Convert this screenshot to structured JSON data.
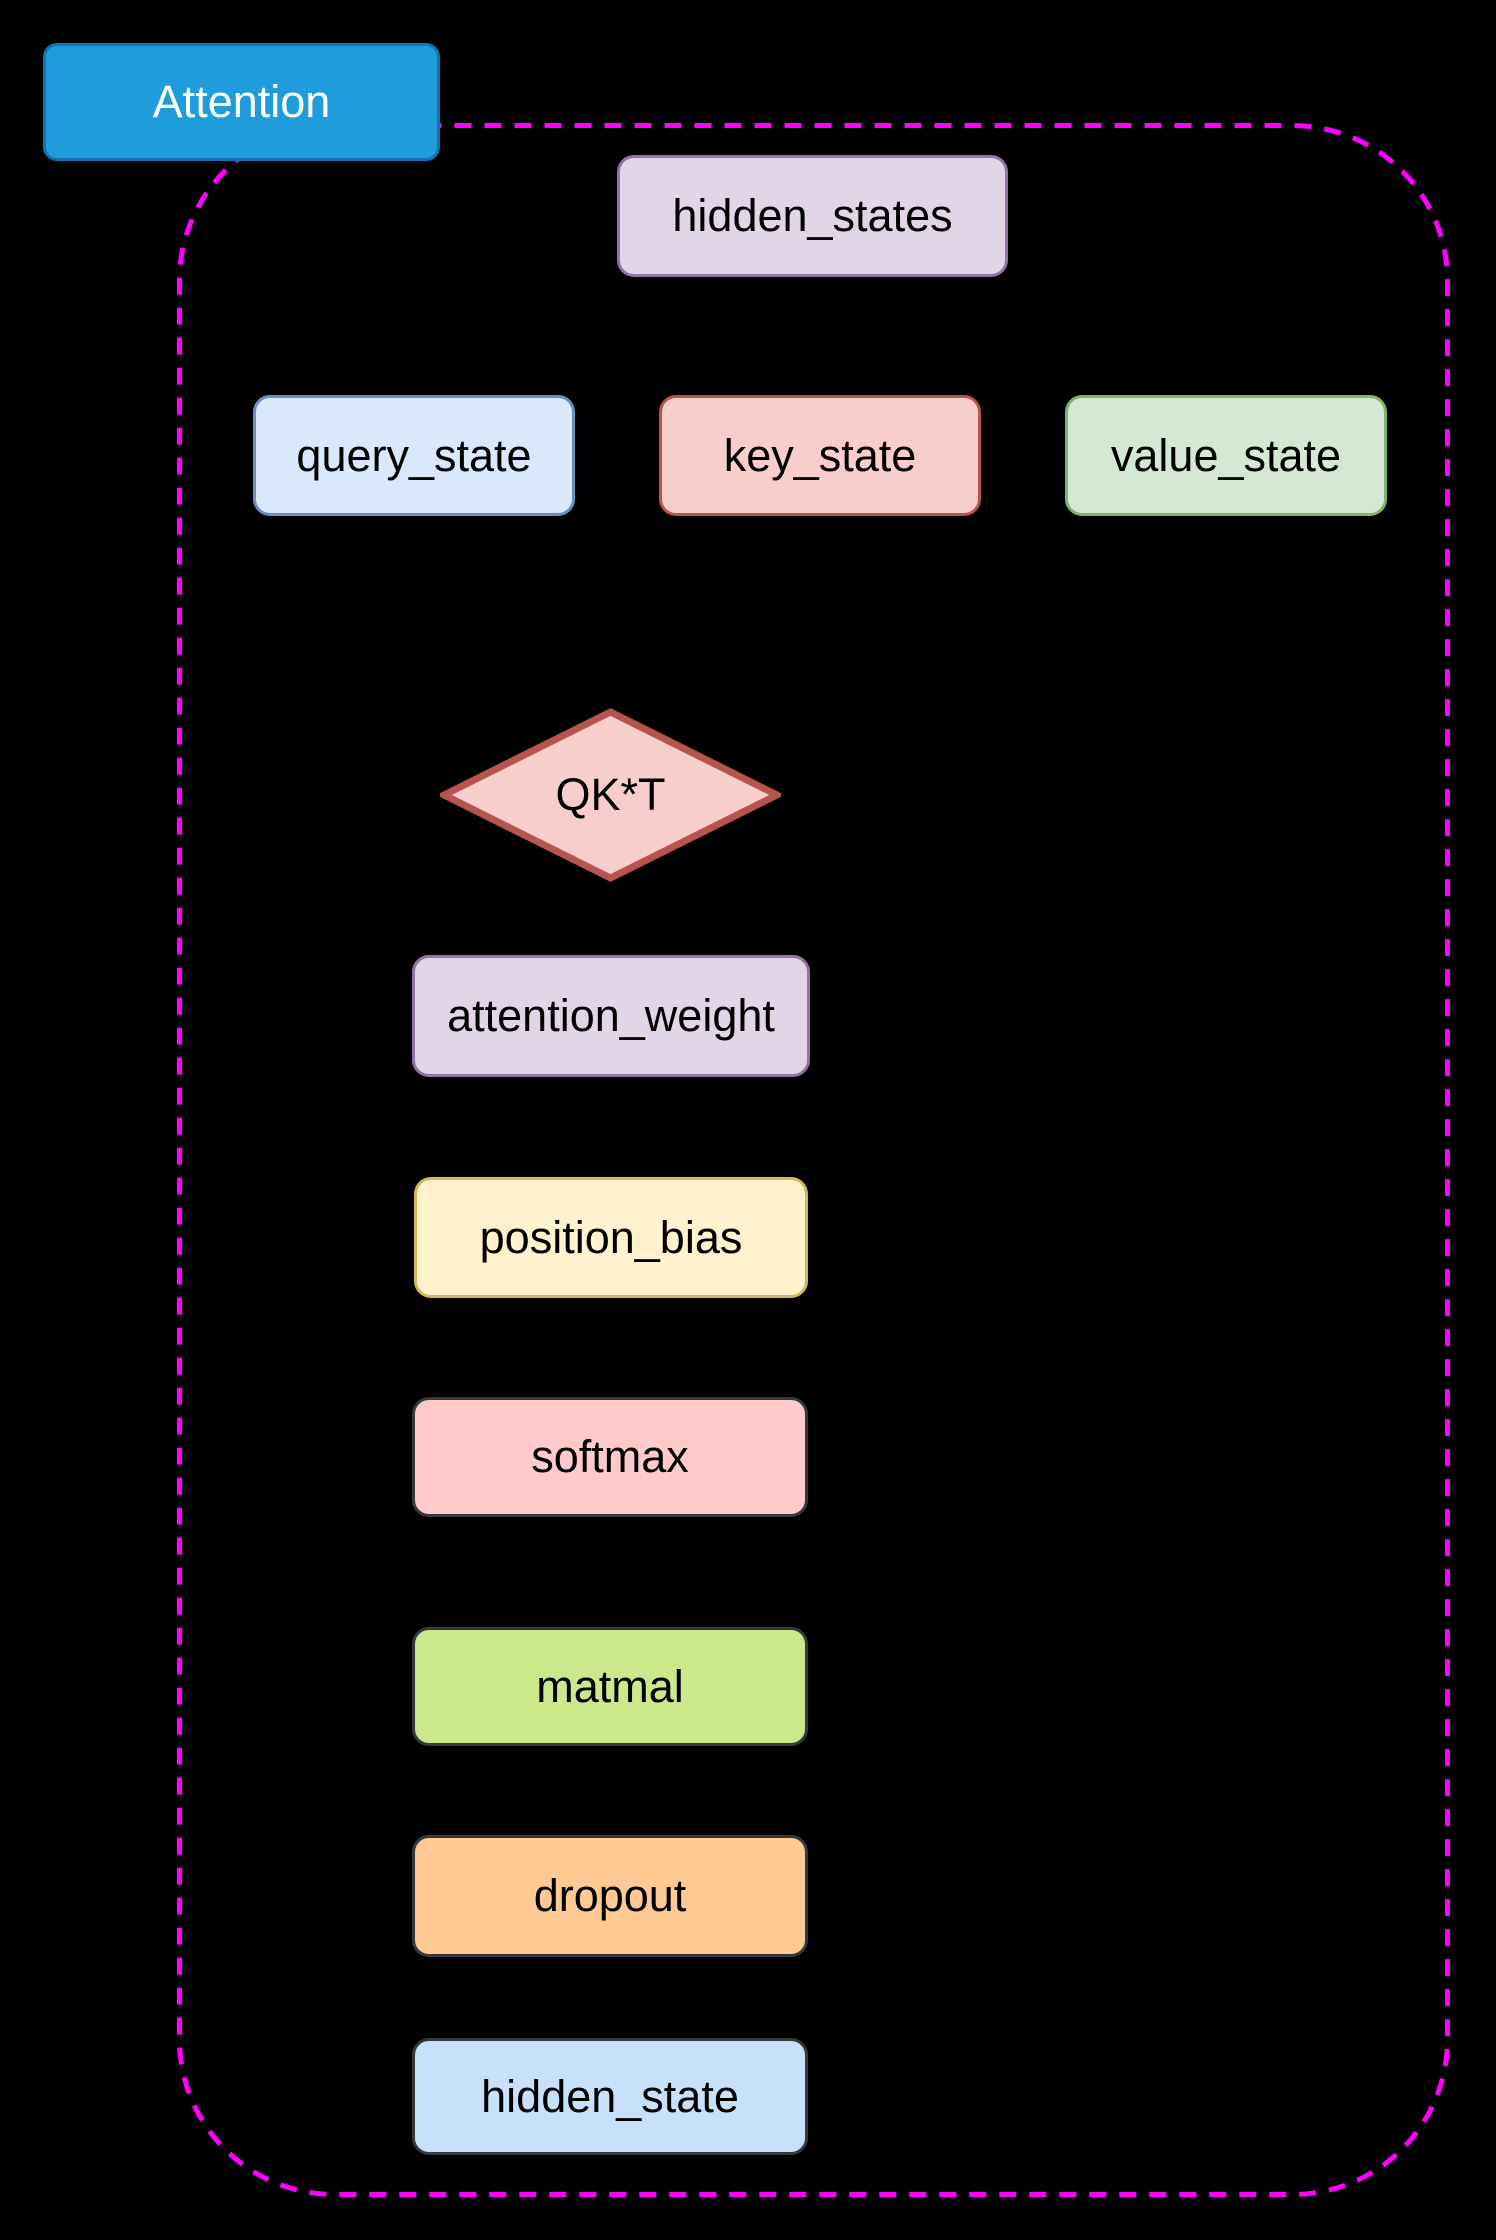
{
  "title_box": {
    "label": "Attention",
    "fill": "#1E9CDC",
    "stroke": "#1274AE",
    "text_color": "#FFFFFF"
  },
  "container": {
    "stroke": "#FF00FF"
  },
  "nodes": {
    "hidden_states": {
      "label": "hidden_states",
      "fill": "#E1D5E7",
      "stroke": "#9673A6"
    },
    "query_state": {
      "label": "query_state",
      "fill": "#DAE8FC",
      "stroke": "#6C8EBF"
    },
    "key_state": {
      "label": "key_state",
      "fill": "#F8CECC",
      "stroke": "#B85450"
    },
    "value_state": {
      "label": "value_state",
      "fill": "#D5E8D4",
      "stroke": "#82B366"
    },
    "qkt": {
      "label": "QK*T",
      "fill": "#F8CECC",
      "stroke": "#B85450"
    },
    "attention_weight": {
      "label": "attention_weight",
      "fill": "#E1D5E7",
      "stroke": "#9673A6"
    },
    "position_bias": {
      "label": "position_bias",
      "fill": "#FFF2CC",
      "stroke": "#D6B656"
    },
    "softmax": {
      "label": "softmax",
      "fill": "#FFCACA",
      "stroke": "#33393D"
    },
    "matmal": {
      "label": "matmal",
      "fill": "#CBE98B",
      "stroke": "#33393D"
    },
    "dropout": {
      "label": "dropout",
      "fill": "#FFC994",
      "stroke": "#33393D"
    },
    "hidden_state": {
      "label": "hidden_state",
      "fill": "#C8E1FB",
      "stroke": "#33393D"
    }
  }
}
